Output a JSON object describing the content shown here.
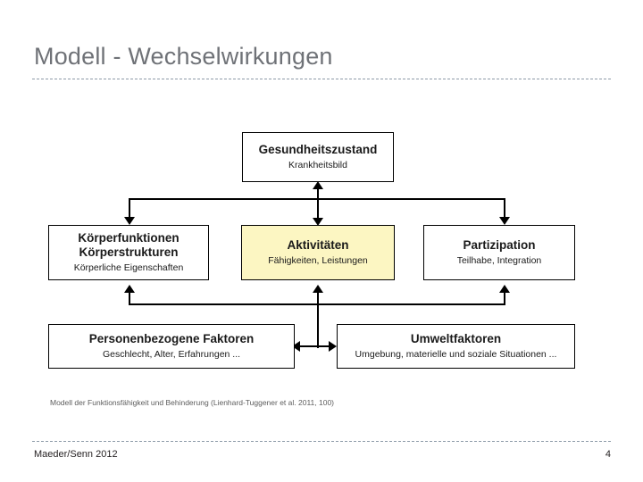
{
  "slide": {
    "title": "Modell - Wechselwirkungen",
    "caption": "Modell der Funktionsfähigkeit und Behinderung (Lienhard-Tuggener et al. 2011, 100)",
    "footer": {
      "author": "Maeder/Senn 2012",
      "page_number": "4"
    },
    "colors": {
      "title_text": "#6f7277",
      "rule": "#8d9aa8",
      "node_border": "#000000",
      "highlight_fill": "#fcf6c2",
      "body_text": "#1a1a1a",
      "caption_text": "#5d5d5d"
    }
  },
  "diagram": {
    "nodes": [
      {
        "id": "health",
        "title": "Gesundheitszustand",
        "subtitle": "Krankheitsbild",
        "highlighted": false
      },
      {
        "id": "body",
        "title": "Körperfunktionen",
        "title2": "Körperstrukturen",
        "subtitle": "Körperliche Eigenschaften",
        "highlighted": false
      },
      {
        "id": "activity",
        "title": "Aktivitäten",
        "subtitle": "Fähigkeiten, Leistungen",
        "highlighted": true
      },
      {
        "id": "participation",
        "title": "Partizipation",
        "subtitle": "Teilhabe, Integration",
        "highlighted": false
      },
      {
        "id": "personal",
        "title": "Personenbezogene Faktoren",
        "subtitle": "Geschlecht, Alter, Erfahrungen ...",
        "highlighted": false
      },
      {
        "id": "environment",
        "title": "Umweltfaktoren",
        "subtitle": "Umgebung, materielle und soziale Situationen ...",
        "highlighted": false
      }
    ],
    "connectors": [
      {
        "from": "activity",
        "to": "health",
        "style": "double-headed-vertical"
      },
      {
        "from": "health",
        "to": "body",
        "style": "branch-down-left"
      },
      {
        "from": "health",
        "to": "participation",
        "style": "branch-down-right"
      },
      {
        "from": "personal",
        "to": "body",
        "style": "branch-up-left"
      },
      {
        "from": "personal",
        "to": "activity",
        "style": "branch-up-center"
      },
      {
        "from": "personal",
        "to": "participation",
        "style": "branch-up-right"
      },
      {
        "from": "personal",
        "to": "environment",
        "style": "double-headed-horizontal"
      }
    ]
  }
}
